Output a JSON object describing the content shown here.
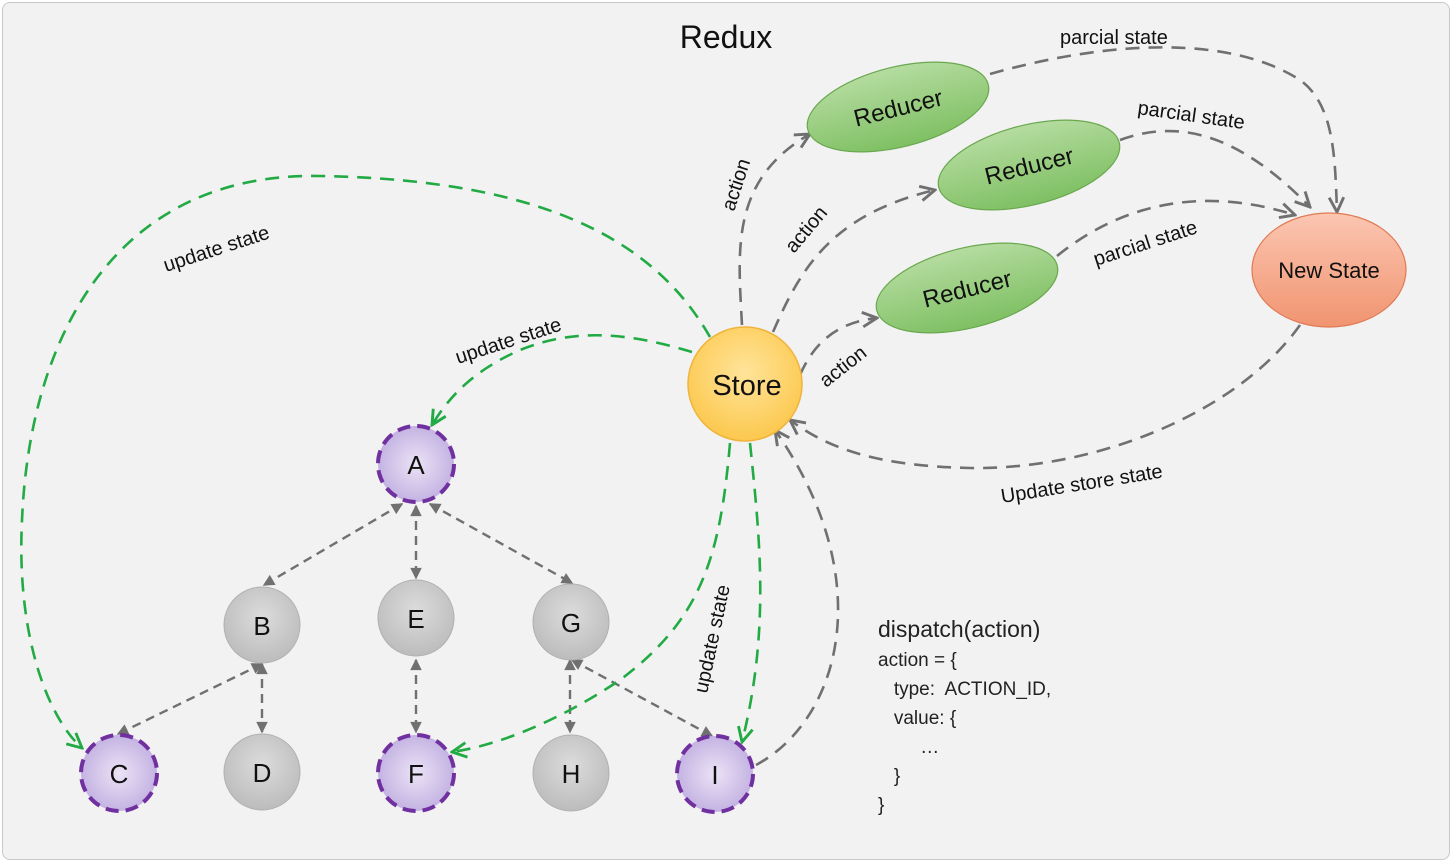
{
  "title": "Redux",
  "store_label": "Store",
  "new_state_label": "New State",
  "reducers": [
    "Reducer",
    "Reducer",
    "Reducer"
  ],
  "tree_nodes": {
    "A": "A",
    "B": "B",
    "E": "E",
    "G": "G",
    "C": "C",
    "D": "D",
    "F": "F",
    "H": "H",
    "I": "I"
  },
  "edge_labels": {
    "action": "action",
    "parcial_state": "parcial state",
    "update_state": "update state",
    "update_store_state": "Update store state"
  },
  "code": {
    "line1": "dispatch(action)",
    "line2": "action = {",
    "line3": "   type:  ACTION_ID,",
    "line4": "   value: {",
    "line5": "        …",
    "line6": "   }",
    "line7": "}"
  },
  "colors": {
    "green_edge": "#22aa44",
    "gray_edge": "#707070",
    "store_fill": "#fdd06a",
    "reducer_fill": "#8cc870",
    "new_state_fill": "#f4a58a",
    "connected_node_fill": "#cfc2e8",
    "connected_node_border": "#7030a0",
    "plain_node_fill": "#cccccc"
  }
}
